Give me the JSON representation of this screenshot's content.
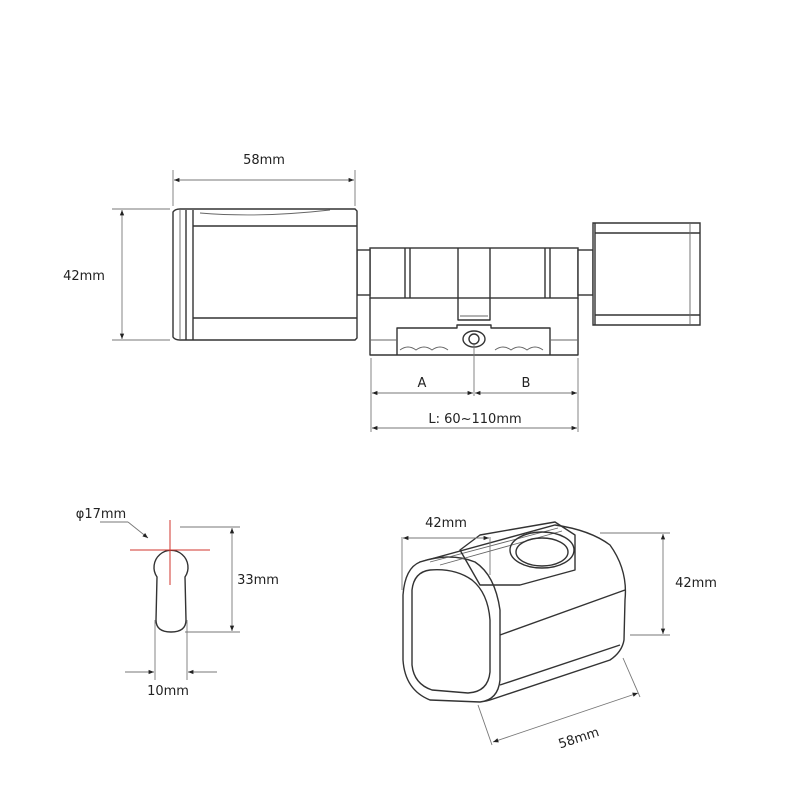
{
  "front_view": {
    "body_width": "58mm",
    "body_height": "42mm",
    "side_a": "A",
    "side_b": "B",
    "total_length": "L: 60~110mm"
  },
  "keyhole_view": {
    "diameter": "φ17mm",
    "height": "33mm",
    "width": "10mm"
  },
  "iso_view": {
    "width": "42mm",
    "height": "42mm",
    "length": "58mm"
  },
  "colors": {
    "line": "#333333",
    "center_mark": "#d0342c"
  }
}
